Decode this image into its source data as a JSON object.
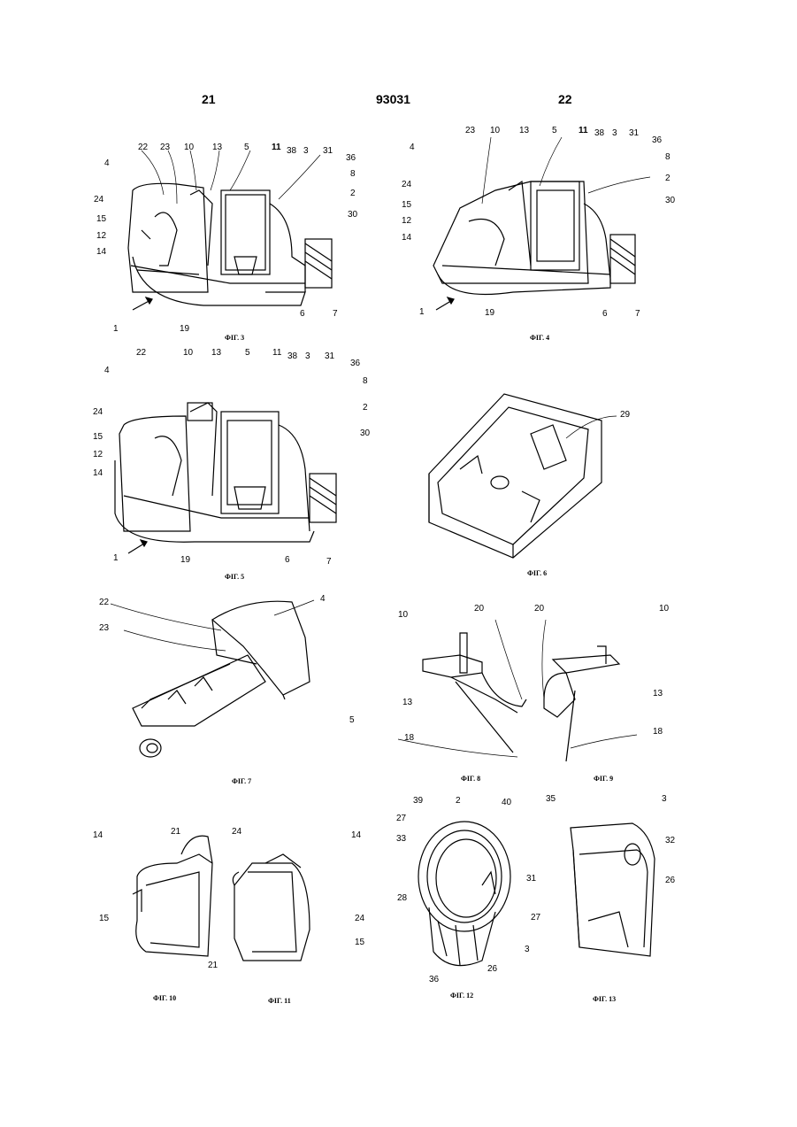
{
  "header": {
    "page_left": "21",
    "patent_number": "93031",
    "page_right": "22"
  },
  "figures": {
    "fig3": {
      "caption": "ФІГ. 3",
      "labels": [
        "22",
        "23",
        "10",
        "13",
        "5",
        "11",
        "38",
        "3",
        "31",
        "36",
        "8",
        "2",
        "30",
        "4",
        "24",
        "15",
        "12",
        "14",
        "1",
        "19",
        "6",
        "7"
      ]
    },
    "fig4": {
      "caption": "ФІГ. 4",
      "labels": [
        "23",
        "10",
        "13",
        "5",
        "11",
        "38",
        "3",
        "31",
        "36",
        "8",
        "2",
        "30",
        "4",
        "24",
        "15",
        "12",
        "14",
        "1",
        "19",
        "6",
        "7"
      ]
    },
    "fig5": {
      "caption": "ФІГ. 5",
      "labels": [
        "22",
        "10",
        "13",
        "5",
        "11",
        "38",
        "3",
        "31",
        "36",
        "8",
        "2",
        "30",
        "4",
        "24",
        "15",
        "12",
        "14",
        "1",
        "19",
        "6",
        "7"
      ]
    },
    "fig6": {
      "caption": "ФІГ. 6",
      "labels": [
        "29"
      ]
    },
    "fig7": {
      "caption": "ФІГ. 7",
      "labels": [
        "22",
        "4",
        "23",
        "5"
      ]
    },
    "fig8": {
      "caption": "ФІГ. 8",
      "labels": [
        "10",
        "20",
        "13",
        "18"
      ]
    },
    "fig9": {
      "caption": "ФІГ. 9",
      "labels": [
        "20",
        "10",
        "13",
        "18"
      ]
    },
    "fig10": {
      "caption": "ФІГ. 10",
      "labels": [
        "14",
        "21",
        "15"
      ]
    },
    "fig11": {
      "caption": "ФІГ. 11",
      "labels": [
        "24",
        "14",
        "21",
        "24",
        "15"
      ]
    },
    "fig12": {
      "caption": "ФІГ. 12",
      "labels": [
        "39",
        "2",
        "40",
        "27",
        "33",
        "31",
        "28",
        "27",
        "3",
        "26",
        "36"
      ]
    },
    "fig13": {
      "caption": "ФІГ. 13",
      "labels": [
        "35",
        "3",
        "32",
        "26"
      ]
    }
  }
}
